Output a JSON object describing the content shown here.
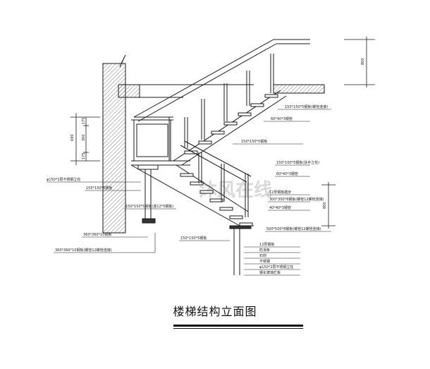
{
  "drawing": {
    "title": "楼梯结构立面图",
    "watermark": "沐风在线",
    "dimensions": {
      "top_right": "800",
      "left_total": "690",
      "left_a": "175",
      "left_b": "300",
      "left_c": "175",
      "right_mid": "800"
    },
    "callouts_left": [
      "φ150*2层不锈钢立柱",
      "150*150*5钢板",
      "150*150*5钢板(连12*5钢板)",
      "360*360*10钢板",
      "360*360*10钢板(螺栓12螺栓连接)"
    ],
    "callouts_right": [
      "150*150*5钢板(螺栓连接)",
      "60*40*3钢管",
      "150*150*5钢板",
      "150*100*5钢板(扶手立柱)",
      "60*40*3钢管",
      "12厚钢板踏步",
      "300*300*6钢板(螺栓12螺栓连接)",
      "40*40*3钢管",
      "500*500*8钢板(螺栓12螺栓连接)",
      "150*150*5钢板"
    ],
    "callouts_bottom": [
      "12厚钢板",
      "防滑条",
      "石材",
      "不锈钢",
      "φ150*2层不锈钢立柱",
      "钢化玻璃栏板"
    ]
  },
  "colors": {
    "line": "#1a1a1a",
    "hatch": "#555555",
    "watermark": "#d8d8d8"
  }
}
